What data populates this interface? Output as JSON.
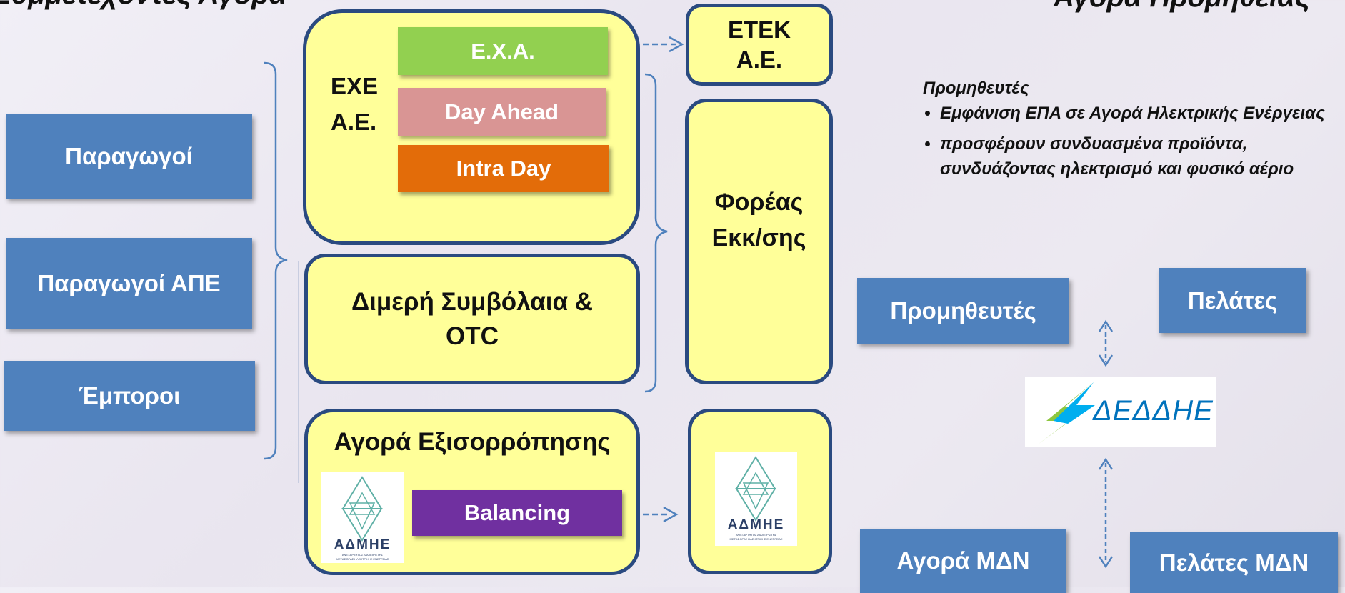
{
  "titles": {
    "left": "Συμμετέχοντες Αγορά",
    "right": "Αγορά Προμήθειας"
  },
  "participants": [
    "Παραγωγοί",
    "Παραγωγοί ΑΠΕ",
    "Έμποροι"
  ],
  "exchange": {
    "label_line1": "ΕΧΕ",
    "label_line2": "Α.Ε.",
    "markets": [
      {
        "label": "Ε.Χ.Α.",
        "color": "#92d050"
      },
      {
        "label": "Day Ahead",
        "color": "#d99594"
      },
      {
        "label": "Intra Day",
        "color": "#e36c09"
      }
    ]
  },
  "bilateral": {
    "line1": "Διμερή Συμβόλαια &",
    "line2": "OTC"
  },
  "balancing": {
    "title": "Αγορά Εξισορρόπησης",
    "bar_label": "Balancing",
    "bar_color": "#7030a0"
  },
  "etek": {
    "line1": "ΕΤΕΚ",
    "line2": "Α.Ε."
  },
  "clearing": {
    "line1": "Φορέας",
    "line2": "Εκκ/σης"
  },
  "admie_logo": {
    "name": "ΑΔΜΗΕ",
    "sub1": "ΑΝΕΞΑΡΤΗΤΟΣ ΔΙΑΧΕΙΡΙΣΤΗΣ",
    "sub2": "ΜΕΤΑΦΟΡΑΣ ΗΛΕΚΤΡΙΚΗΣ ΕΝΕΡΓΕΙΑΣ"
  },
  "suppliers_text": {
    "heading": "Προμηθευτές",
    "bullets": [
      "Εμφάνιση ΕΠΑ σε Αγορά Ηλεκτρικής Ενέργειας",
      "προσφέρουν συνδυασμένα προϊόντα, συνδυάζοντας ηλεκτρισμό και φυσικό αέριο"
    ]
  },
  "supply_boxes": {
    "suppliers": "Προμηθευτές",
    "customers": "Πελάτες",
    "ndn_market": "Αγορά ΜΔΝ",
    "ndn_customers": "Πελάτες ΜΔΝ"
  },
  "deddie_logo": {
    "name": "ΔΕΔΔΗΕ"
  },
  "colors": {
    "blue_box": "#4f81bd",
    "yellow_box": "#ffff99",
    "border": "#2a4a80",
    "arrow": "#4f81bd"
  }
}
